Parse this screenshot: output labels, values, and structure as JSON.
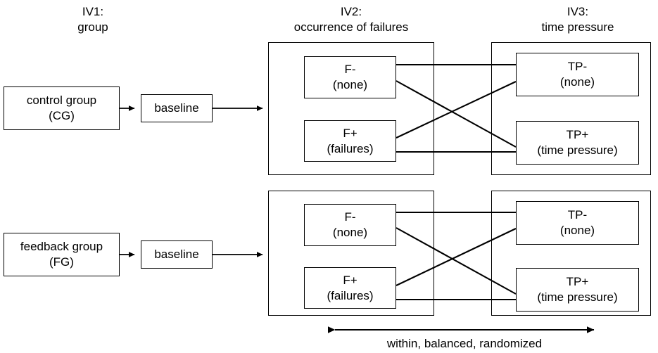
{
  "diagram": {
    "title": "Experimental design diagram",
    "stroke_color": "#000000",
    "background_color": "#ffffff",
    "headers": [
      {
        "id": "iv1",
        "line1": "IV1:",
        "line2": "group",
        "text": "IV1:\ngroup"
      },
      {
        "id": "iv2",
        "line1": "IV2:",
        "line2": "occurrence of failures",
        "text": "IV2:\noccurrence of failures"
      },
      {
        "id": "iv3",
        "line1": "IV3:",
        "line2": "time pressure",
        "text": "IV3:\ntime pressure"
      }
    ],
    "rows": [
      {
        "id": "row-control",
        "group": {
          "label": "control group\n(CG)",
          "line1": "control group",
          "line2": "(CG)"
        },
        "baseline": {
          "label": "baseline"
        },
        "iv2_levels": [
          {
            "id": "f-minus",
            "label": "F-\n(none)",
            "line1": "F-",
            "line2": "(none)"
          },
          {
            "id": "f-plus",
            "label": "F+\n(failures)",
            "line1": "F+",
            "line2": "(failures)"
          }
        ],
        "iv3_levels": [
          {
            "id": "tp-minus",
            "label": "TP-\n(none)",
            "line1": "TP-",
            "line2": "(none)"
          },
          {
            "id": "tp-plus",
            "label": "TP+\n(time pressure)",
            "line1": "TP+",
            "line2": "(time pressure)"
          }
        ]
      },
      {
        "id": "row-feedback",
        "group": {
          "label": "feedback group\n(FG)",
          "line1": "feedback group",
          "line2": "(FG)"
        },
        "baseline": {
          "label": "baseline"
        },
        "iv2_levels": [
          {
            "id": "f-minus",
            "label": "F-\n(none)",
            "line1": "F-",
            "line2": "(none)"
          },
          {
            "id": "f-plus",
            "label": "F+\n(failures)",
            "line1": "F+",
            "line2": "(failures)"
          }
        ],
        "iv3_levels": [
          {
            "id": "tp-minus",
            "label": "TP-\n(none)",
            "line1": "TP-",
            "line2": "(none)"
          },
          {
            "id": "tp-plus",
            "label": "TP+\n(time pressure)",
            "line1": "TP+",
            "line2": "(time pressure)"
          }
        ]
      }
    ],
    "footer": {
      "caption": "within, balanced, randomized",
      "arrow": "double-headed-horizontal-arrow"
    }
  }
}
